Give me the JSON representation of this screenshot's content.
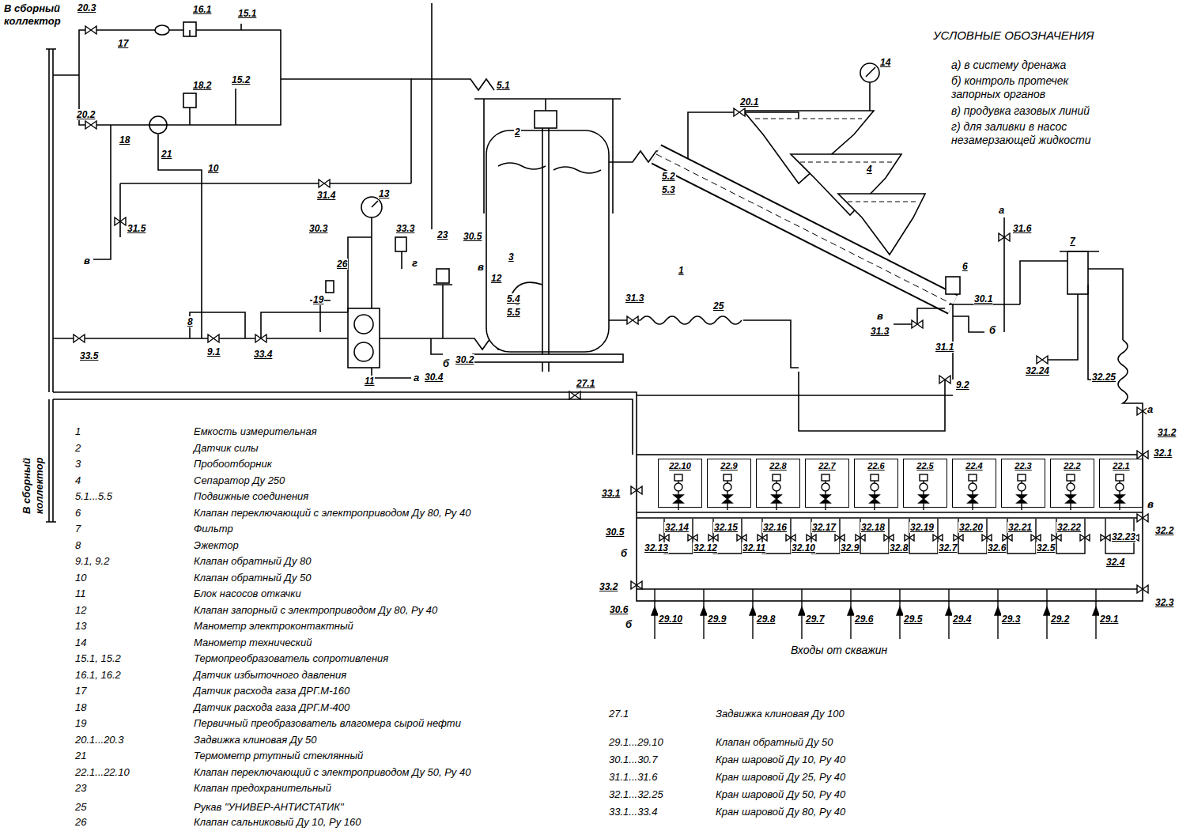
{
  "diagram": {
    "nodes": [
      {
        "text": [
          "22.10"
        ]
      },
      {
        "text": [
          "22.9"
        ]
      },
      {
        "text": [
          "22.8"
        ]
      },
      {
        "text": [
          "22.7"
        ]
      },
      {
        "text": [
          "22.6"
        ]
      },
      {
        "text": [
          "22.5"
        ]
      },
      {
        "text": [
          "22.4"
        ]
      },
      {
        "text": [
          "22.3"
        ]
      },
      {
        "text": [
          "22.2"
        ]
      },
      {
        "text": [
          "22.1"
        ]
      }
    ],
    "labels": [
      "В сборный коллектор",
      "20.3",
      "16.1",
      "15.1",
      "17",
      "УСЛОВНЫЕ ОБОЗНАЧЕНИЯ",
      "а) в систему дренажа",
      "б) контроль протечек запорных органов",
      "в) продувка газовых линий",
      "г) для заливки в насос незамерзающей жидкости",
      "18.2",
      "15.2",
      "20.1",
      "14",
      "20.2",
      "18",
      "2",
      "5.1",
      "21",
      "10",
      "4",
      "5.2",
      "5.3",
      "31.4",
      "13",
      "31.5",
      "23",
      "30.5",
      "в",
      "3",
      "в",
      "30.3",
      "33.3",
      "г",
      "26",
      "1",
      "а",
      "31.6",
      "7",
      "12",
      "19",
      "6",
      "5.4",
      "5.5",
      "31.3",
      "25",
      "8",
      "9.1",
      "в",
      "31.3",
      "30.1",
      "б",
      "27.1",
      "б",
      "33.5",
      "33.4",
      "31.1",
      "30.2",
      "32.24",
      "32.25",
      "а",
      "30.4",
      "11",
      "9.2",
      "а",
      "31.2",
      "32.1",
      "33.1",
      "в",
      "32.2",
      "32.14",
      "32.15",
      "32.16",
      "32.17",
      "32.18",
      "32.19",
      "32.20",
      "32.21",
      "32.22",
      "32.23",
      "32.13",
      "32.12",
      "32.11",
      "32.10",
      "32.9",
      "32.8",
      "32.7",
      "32.6",
      "32.5",
      "32.4",
      "30.5",
      "б",
      "33.2",
      "32.3",
      "30.6",
      "б",
      "29.10",
      "29.9",
      "29.8",
      "29.7",
      "29.6",
      "29.5",
      "29.4",
      "29.3",
      "29.2",
      "29.1",
      "Входы от скважин",
      "В сборный коллектор",
      "1",
      "Емкость измерительная",
      "2",
      "Датчик силы",
      "3",
      "Пробоотборник",
      "4",
      "Сепаратор Ду 250",
      "5.1...5.5",
      "Подвижные соединения",
      "6",
      "Клапан переключающий с электроприводом Ду 80, Ру 40",
      "7",
      "Фильтр",
      "8",
      "Эжектор",
      "9.1, 9.2",
      "Клапан обратный Ду 80",
      "10",
      "Клапан обратный Ду 50",
      "11",
      "Блок насосов откачки",
      "12",
      "Клапан запорный с электроприводом Ду 80, Ру 40",
      "13",
      "Манометр электроконтактный",
      "14",
      "Манометр технический",
      "15.1, 15.2",
      "Термопреобразователь сопротивления",
      "16.1, 16.2",
      "Датчик избыточного давления",
      "17",
      "Датчик расхода газа ДРГ.М-160",
      "18",
      "Датчик расхода газа ДРГ.М-400",
      "19",
      "Первичный преобразователь влагомера сырой нефти",
      "20.1...20.3",
      "Задвижка клиновая Ду 50",
      "21",
      "Термометр ртутный стеклянный",
      "22.1...22.10",
      "Клапан переключающий с электроприводом Ду 50, Ру 40",
      "23",
      "Клапан предохранительный",
      "25",
      "Рукав \"УНИВЕР-АНТИСТАТИК\"",
      "26",
      "Клапан сальниковый Ду 10, Ру 160",
      "27.1",
      "Задвижка клиновая Ду 100",
      "29.1...29.10",
      "Клапан обратный Ду 50",
      "30.1...30.7",
      "Кран шаровой Ду 10, Ру 40",
      "31.1...31.6",
      "Кран шаровой Ду 25, Ру 40",
      "32.1...32.25",
      "Кран шаровой Ду 50, Ру 40",
      "33.1...33.4",
      "Кран шаровой Ду 80, Ру 40"
    ]
  }
}
